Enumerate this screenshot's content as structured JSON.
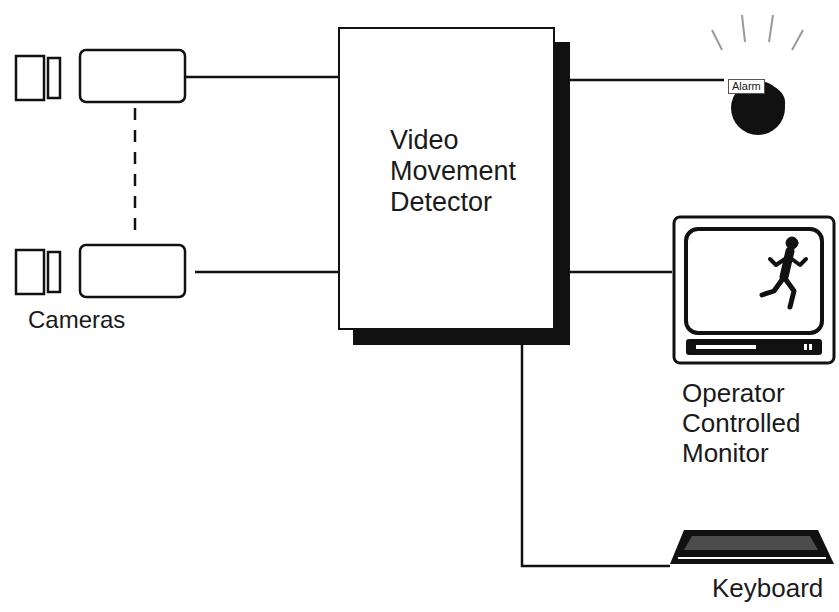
{
  "diagram": {
    "nodes": [
      {
        "text": [
          "Cameras"
        ]
      },
      {
        "text": [
          "Video Movement Detector"
        ]
      },
      {
        "text": [
          "Alarm"
        ]
      },
      {
        "text": [
          "Operator Controlled Monitor"
        ]
      },
      {
        "text": [
          "Keyboard"
        ]
      }
    ],
    "edges": [
      {
        "from": 0,
        "to": 1,
        "arrow": "none"
      },
      {
        "from": 1,
        "to": 2,
        "arrow": "none"
      },
      {
        "from": 1,
        "to": 3,
        "arrow": "none"
      },
      {
        "from": 1,
        "to": 4,
        "arrow": "none"
      }
    ]
  }
}
